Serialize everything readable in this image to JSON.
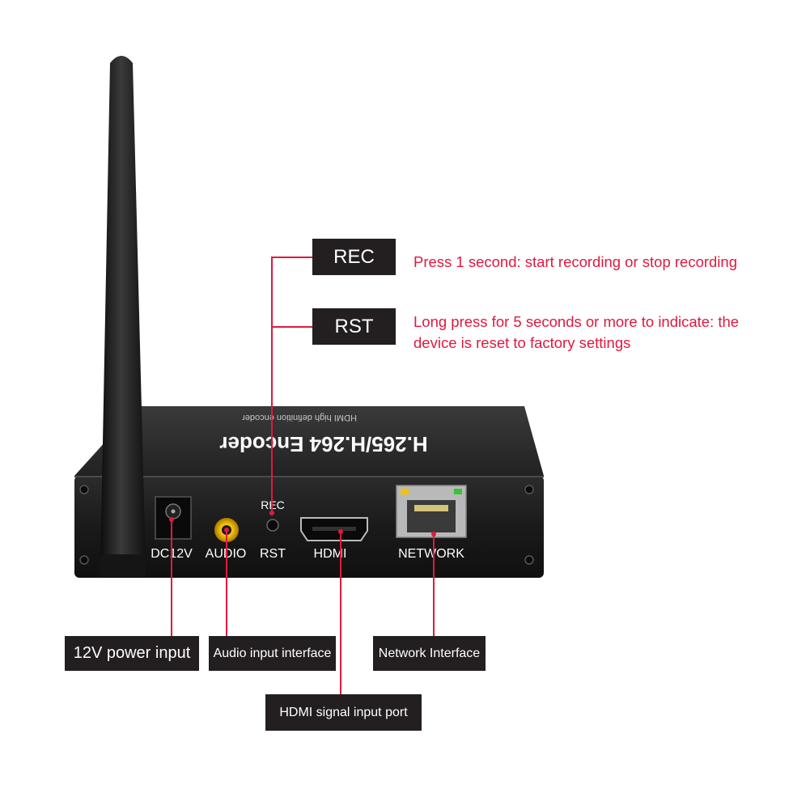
{
  "colors": {
    "accent": "#e0193f",
    "tag_bg": "#231f20",
    "device": "#1b1b1b"
  },
  "device": {
    "top_label": "H.265/H.264 Encoder",
    "top_sublabel": "HDMI high definition encoder",
    "ports": {
      "dc": "DC12V",
      "audio": "AUDIO",
      "rec": "REC",
      "rst": "RST",
      "hdmi": "HDMI",
      "network": "NETWORK"
    }
  },
  "callouts": {
    "rec": {
      "tag": "REC",
      "description": "Press 1 second: start recording or stop recording"
    },
    "rst": {
      "tag": "RST",
      "description_line1": "Long press for 5 seconds or more to indicate: the",
      "description_line2": "device is reset to factory settings"
    },
    "power": "12V power input",
    "audio": "Audio input interface",
    "network": "Network Interface",
    "hdmi": "HDMI signal input port"
  }
}
